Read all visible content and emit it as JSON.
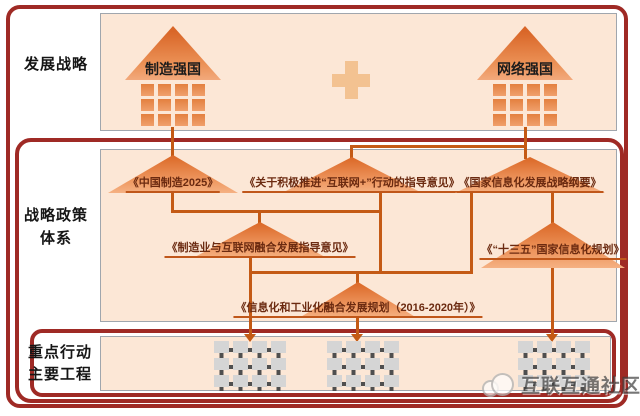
{
  "sections": {
    "development_strategy": {
      "label": "发展战略"
    },
    "policy_system": {
      "line1": "战略政策",
      "line2": "体系"
    },
    "key_actions": {
      "line1": "重点行动",
      "line2": "主要工程"
    }
  },
  "strategies": [
    {
      "label": "制造强国"
    },
    {
      "label": "网络强国"
    }
  ],
  "plus_sign": "+",
  "policies": [
    {
      "title": "《中国制造2025》"
    },
    {
      "title": "《关于积极推进“互联网+”行动的指导意见》"
    },
    {
      "title": "《国家信息化发展战略纲要》"
    },
    {
      "title": "《制造业与互联网融合发展指导意见》"
    },
    {
      "title": "《“十三五”国家信息化规划》"
    },
    {
      "title": "《信息化和工业化融合发展规划（2016-2020年）》"
    }
  ],
  "watermark": {
    "text": "互联互通社区"
  },
  "icons": [
    "house-icon",
    "plus-icon",
    "policy-tent-icon",
    "projects-grid-icon",
    "cloud-logo-icon"
  ],
  "colors": {
    "border_maroon": "#9f2a25",
    "panel_bg": "#fce7d6",
    "panel_border": "#a0a6ad",
    "shape_orange": "#dc6b2a",
    "connector_orange": "#c45a15",
    "policy_text": "#6b2a10",
    "grid_light": "#d5d5d5",
    "grid_dark": "#4f4f4f"
  }
}
